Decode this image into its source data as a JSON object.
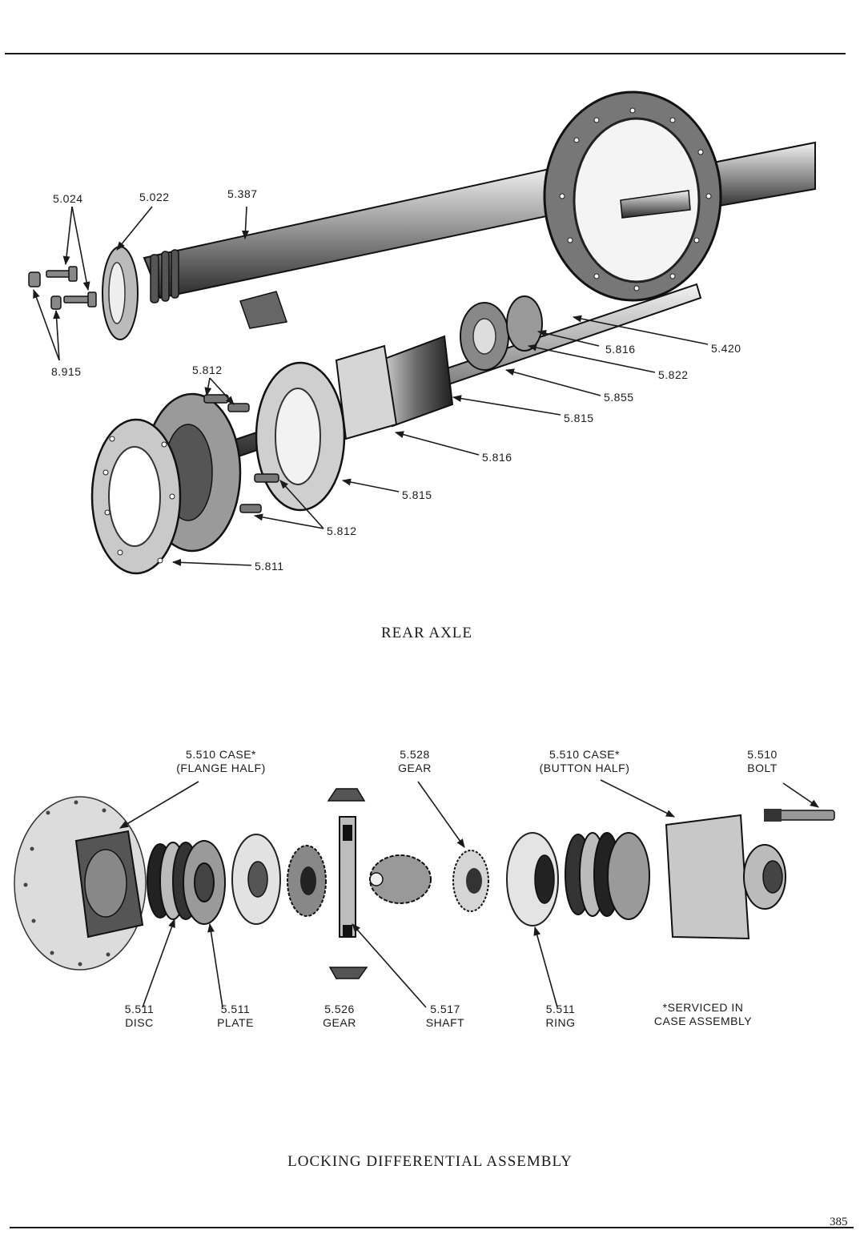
{
  "page_number": "385",
  "rear_axle": {
    "caption": "REAR AXLE",
    "callouts": [
      {
        "id": "5.024",
        "text": "5.024"
      },
      {
        "id": "5.022",
        "text": "5.022"
      },
      {
        "id": "5.387",
        "text": "5.387"
      },
      {
        "id": "8.915",
        "text": "8.915"
      },
      {
        "id": "5.812-top",
        "text": "5.812"
      },
      {
        "id": "5.816-a",
        "text": "5.816"
      },
      {
        "id": "5.420",
        "text": "5.420"
      },
      {
        "id": "5.822",
        "text": "5.822"
      },
      {
        "id": "5.855",
        "text": "5.855"
      },
      {
        "id": "5.815-a",
        "text": "5.815"
      },
      {
        "id": "5.816-b",
        "text": "5.816"
      },
      {
        "id": "5.815-b",
        "text": "5.815"
      },
      {
        "id": "5.812-bottom",
        "text": "5.812"
      },
      {
        "id": "5.811",
        "text": "5.811"
      }
    ]
  },
  "locking_differential": {
    "caption": "LOCKING DIFFERENTIAL ASSEMBLY",
    "callouts": [
      {
        "line1": "5.510 CASE*",
        "line2": "(FLANGE HALF)"
      },
      {
        "line1": "5.528",
        "line2": "GEAR"
      },
      {
        "line1": "5.510 CASE*",
        "line2": "(BUTTON HALF)"
      },
      {
        "line1": "5.510",
        "line2": "BOLT"
      },
      {
        "line1": "5.511",
        "line2": "DISC"
      },
      {
        "line1": "5.511",
        "line2": "PLATE"
      },
      {
        "line1": "5.526",
        "line2": "GEAR"
      },
      {
        "line1": "5.517",
        "line2": "SHAFT"
      },
      {
        "line1": "5.511",
        "line2": "RING"
      },
      {
        "line1": "*SERVICED IN",
        "line2": "CASE ASSEMBLY"
      }
    ]
  }
}
